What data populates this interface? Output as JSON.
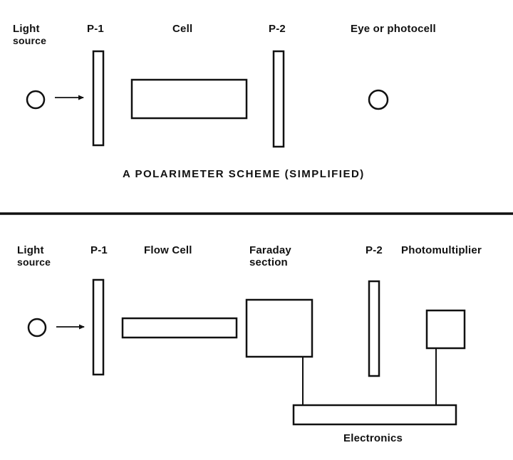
{
  "top_panel": {
    "light_source_line1": "Light",
    "light_source_line2": "source",
    "p1": "P-1",
    "cell": "Cell",
    "p2": "P-2",
    "detector": "Eye or photocell",
    "title": "A POLARIMETER SCHEME (SIMPLIFIED)"
  },
  "bottom_panel": {
    "light_source_line1": "Light",
    "light_source_line2": "source",
    "p1": "P-1",
    "flow_cell": "Flow Cell",
    "faraday_line1": "Faraday",
    "faraday_line2": "section",
    "p2": "P-2",
    "photomultiplier": "Photomultiplier",
    "electronics": "Electronics"
  },
  "colors": {
    "ink": "#111111",
    "background": "#ffffff"
  }
}
